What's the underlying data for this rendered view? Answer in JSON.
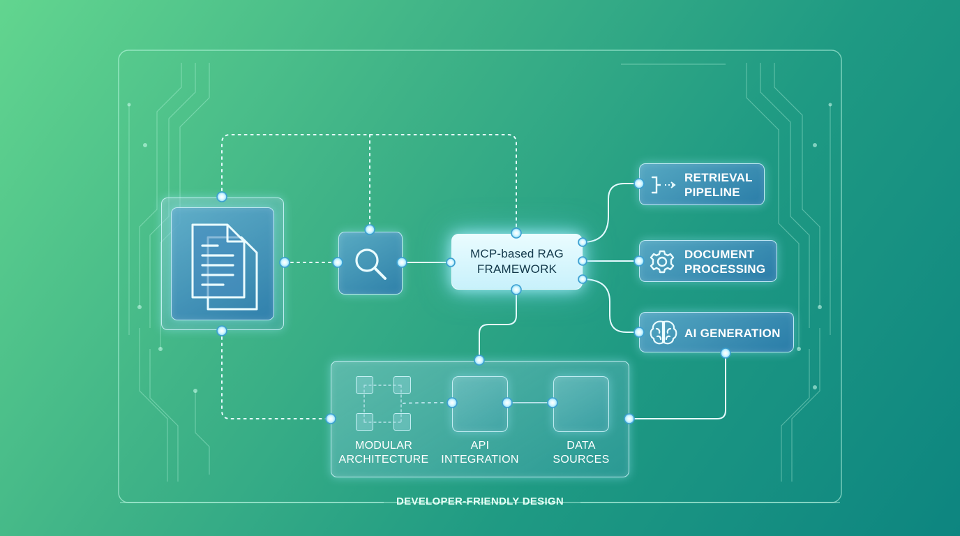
{
  "center": {
    "line1": "MCP-based RAG",
    "line2": "FRAMEWORK"
  },
  "features": [
    {
      "line1": "RETRIEVAL",
      "line2": "PIPELINE",
      "icon": "pipeline-arrow-icon"
    },
    {
      "line1": "DOCUMENT",
      "line2": "PROCESSING",
      "icon": "gear-icon"
    },
    {
      "line1": "AI GENERATION",
      "icon": "brain-icon"
    }
  ],
  "modules": [
    {
      "line1": "MODULAR",
      "line2": "ARCHITECTURE"
    },
    {
      "line1": "API",
      "line2": "INTEGRATION"
    },
    {
      "line1": "DATA",
      "line2": "SOURCES"
    }
  ],
  "footer": "DEVELOPER-FRIENDLY DESIGN",
  "nodes": {
    "document": "document-stack-icon",
    "search": "search-icon"
  },
  "colors": {
    "background_start": "#62d58f",
    "background_end": "#0d8580",
    "glow": "#bff4ff",
    "center_fill": "#eafcff"
  }
}
